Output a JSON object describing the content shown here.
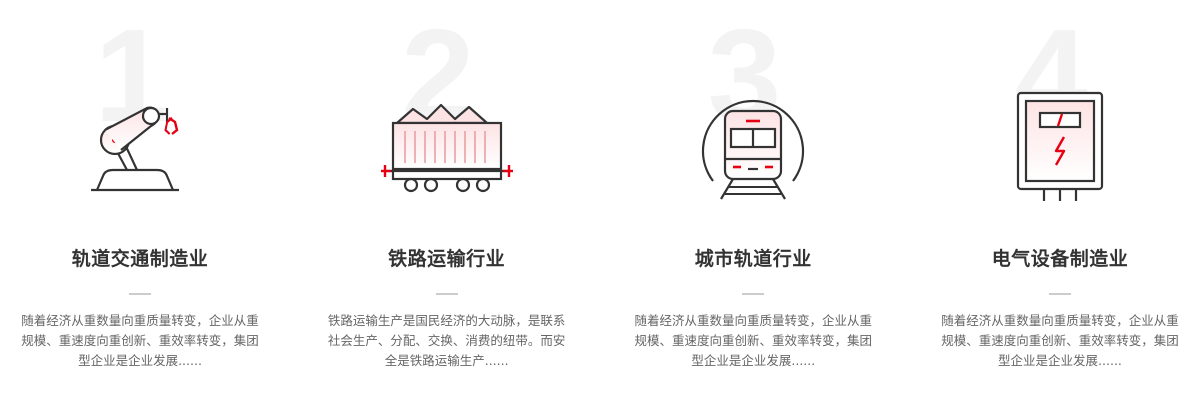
{
  "theme": {
    "accent": "#e60012",
    "text_dark": "#333333",
    "text_muted": "#666666",
    "number_color": "#f3f3f3"
  },
  "cards": [
    {
      "number": "1",
      "icon": "robot-arm-icon",
      "title": "轨道交通制造业",
      "desc": "随着经济从重数量向重质量转变，企业从重规模、重速度向重创新、重效率转变，集团型企业是企业发展......"
    },
    {
      "number": "2",
      "icon": "freight-wagon-icon",
      "title": "铁路运输行业",
      "desc": "铁路运输生产是国民经济的大动脉，是联系社会生产、分配、交换、消费的纽带。而安全是铁路运输生产......"
    },
    {
      "number": "3",
      "icon": "metro-train-icon",
      "title": "城市轨道行业",
      "desc": "随着经济从重数量向重质量转变，企业从重规模、重速度向重创新、重效率转变，集团型企业是企业发展......"
    },
    {
      "number": "4",
      "icon": "electric-cabinet-icon",
      "title": "电气设备制造业",
      "desc": "随着经济从重数量向重质量转变，企业从重规模、重速度向重创新、重效率转变，集团型企业是企业发展......"
    }
  ]
}
